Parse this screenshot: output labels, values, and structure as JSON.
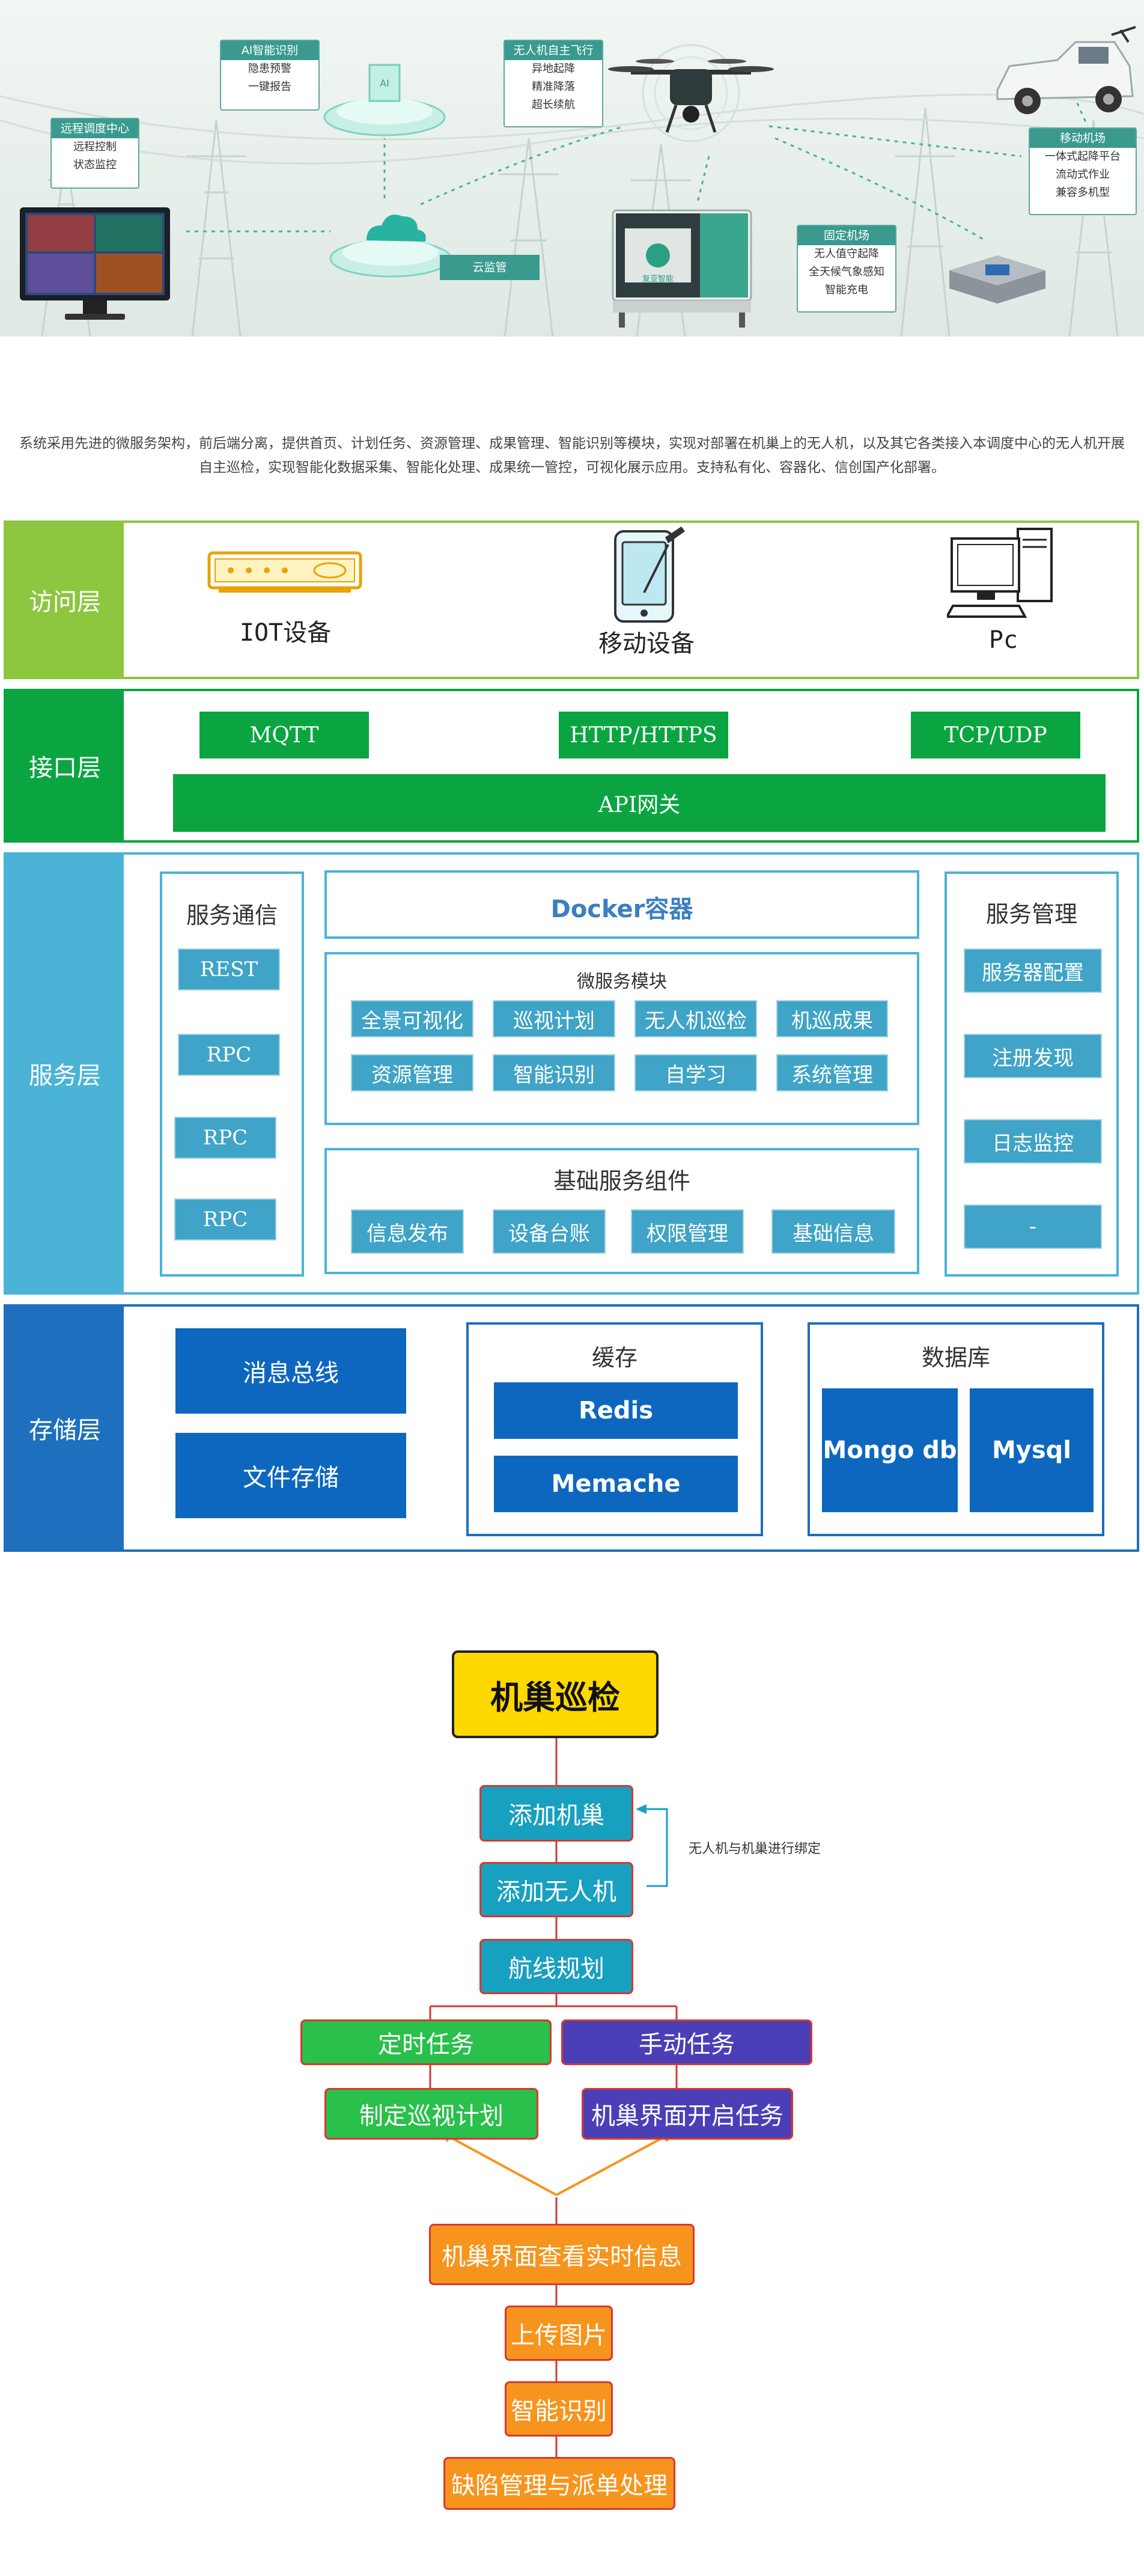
{
  "hero": {
    "ai_box": {
      "title": "AI智能识别",
      "lines": [
        "隐患预警",
        "一键报告"
      ]
    },
    "uav_box": {
      "title": "无人机自主飞行",
      "lines": [
        "异地起降",
        "精准降落",
        "超长续航"
      ]
    },
    "remote_box": {
      "title": "远程调度中心",
      "lines": [
        "远程控制",
        "状态监控"
      ]
    },
    "cloud_tag": "云监管",
    "fixed_box": {
      "title": "固定机场",
      "lines": [
        "无人值守起降",
        "全天候气象感知",
        "智能充电"
      ]
    },
    "mobile_box": {
      "title": "移动机场",
      "lines": [
        "一体式起降平台",
        "流动式作业",
        "兼容多机型"
      ]
    },
    "dock_brand": "复亚智能"
  },
  "intro": "系统采用先进的微服务架构，前后端分离，提供首页、计划任务、资源管理、成果管理、智能识别等模块，实现对部署在机巢上的无人机，以及其它各类接入本调度中心的无人机开展自主巡检，实现智能化数据采集、智能化处理、成果统一管控，可视化展示应用。支持私有化、容器化、信创国产化部署。",
  "architecture": {
    "colors": {
      "access": "#8dc63f",
      "interface": "#0aa541",
      "service": "#4bb3d6",
      "storage": "#1e6fbe"
    },
    "access": {
      "label": "访问层",
      "devices": [
        "IOT设备",
        "移动设备",
        "Pc"
      ]
    },
    "interface": {
      "label": "接口层",
      "protocols": [
        "MQTT",
        "HTTP/HTTPS",
        "TCP/UDP"
      ],
      "gateway": "API网关"
    },
    "service": {
      "label": "服务层",
      "comm": {
        "title": "服务通信",
        "items": [
          "REST",
          "RPC",
          "RPC",
          "RPC"
        ]
      },
      "docker": "Docker容器",
      "micro": {
        "title": "微服务模块",
        "items": [
          "全景可视化",
          "巡视计划",
          "无人机巡检",
          "机巡成果",
          "资源管理",
          "智能识别",
          "自学习",
          "系统管理"
        ]
      },
      "base": {
        "title": "基础服务组件",
        "items": [
          "信息发布",
          "设备台账",
          "权限管理",
          "基础信息"
        ]
      },
      "mgmt": {
        "title": "服务管理",
        "items": [
          "服务器配置",
          "注册发现",
          "日志监控",
          "-"
        ]
      }
    },
    "storage": {
      "label": "存储层",
      "left": [
        "消息总线",
        "文件存储"
      ],
      "cache": {
        "title": "缓存",
        "items": [
          "Redis",
          "Memache"
        ]
      },
      "db": {
        "title": "数据库",
        "items": [
          "Mongo db",
          "Mysql"
        ]
      }
    }
  },
  "flow": {
    "title": "机巢巡检",
    "add_nest": "添加机巢",
    "add_uav": "添加无人机",
    "note": "无人机与机巢进行绑定",
    "route": "航线规划",
    "timed": "定时任务",
    "manual": "手动任务",
    "make_plan": "制定巡视计划",
    "start_ui": "机巢界面开启任务",
    "view_realtime": "机巢界面查看实时信息",
    "upload": "上传图片",
    "recognize": "智能识别",
    "defect": "缺陷管理与派单处理",
    "colors": {
      "title": "#ffd800",
      "teal": "#18a0c0",
      "green": "#29c04b",
      "purple": "#4b3fb8",
      "orange": "#f7941d",
      "line": "#d9372f"
    }
  }
}
